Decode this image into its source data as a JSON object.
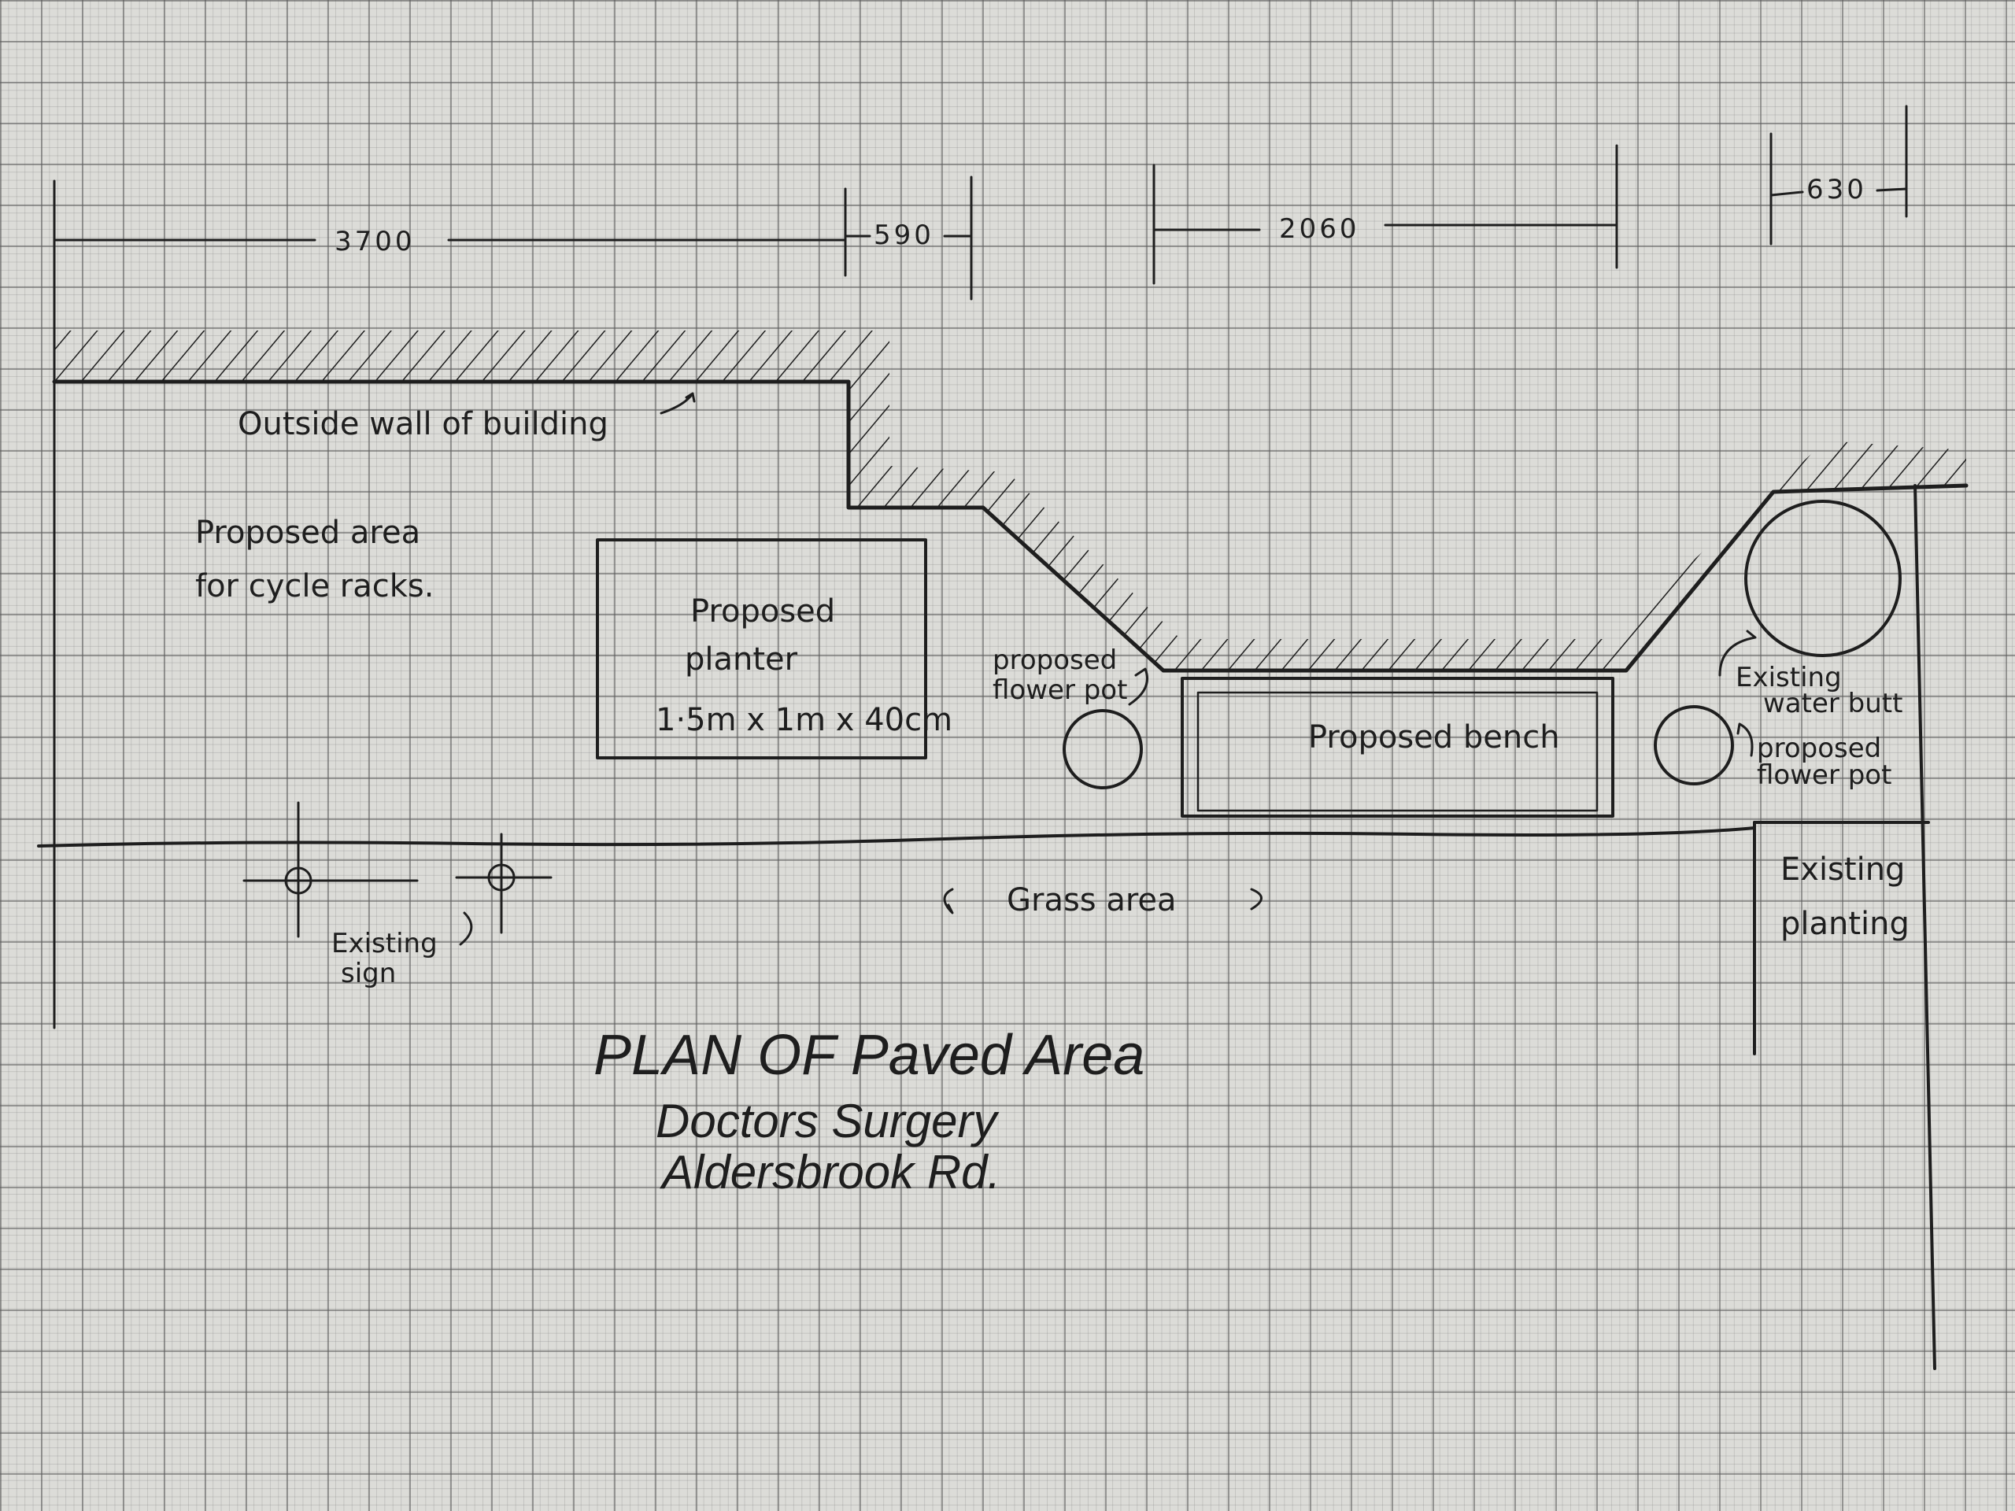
{
  "title": {
    "line1": "PLAN OF Paved Area",
    "line2": "Doctors Surgery",
    "line3": "Aldersbrook Rd."
  },
  "dimensions": {
    "d1": "3700",
    "d2": "590",
    "d3": "2060",
    "d4": "630"
  },
  "labels": {
    "wall": "Outside wall of building",
    "cycle_1": "Proposed area",
    "cycle_2": "for cycle racks.",
    "planter_1": "Proposed",
    "planter_2": "planter",
    "planter_size": "1·5m x 1m x 40cm",
    "pot_left_1": "proposed",
    "pot_left_2": "flower pot",
    "bench": "Proposed bench",
    "butt_1": "Existing",
    "butt_2": "water butt",
    "pot_right_1": "proposed",
    "pot_right_2": "flower pot",
    "planting_1": "Existing",
    "planting_2": "planting",
    "grass": "Grass area",
    "sign_1": "Existing",
    "sign_2": "sign"
  },
  "colors": {
    "ink": "#1e1e1e",
    "paper": "#dcdcd8"
  }
}
